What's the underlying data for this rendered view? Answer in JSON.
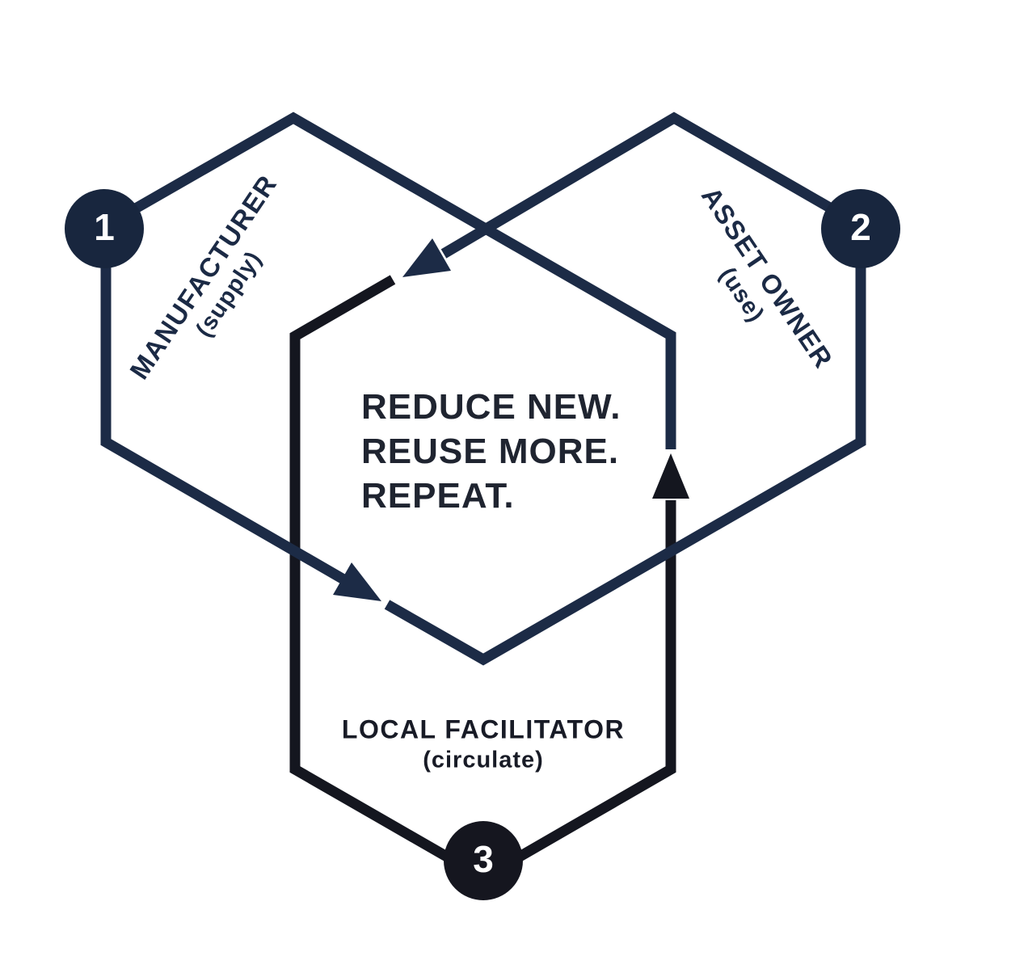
{
  "diagram": {
    "motto_lines": [
      "REDUCE NEW.",
      "REUSE MORE.",
      "REPEAT."
    ],
    "nodes": [
      {
        "number": "1",
        "label": "MANUFACTURER",
        "sublabel": "(supply)"
      },
      {
        "number": "2",
        "label": "ASSET OWNER",
        "sublabel": "(use)"
      },
      {
        "number": "3",
        "label": "LOCAL FACILITATOR",
        "sublabel": "(circulate)"
      }
    ],
    "colors": {
      "navy": "#1c2b46",
      "navy-fill": "#18263e",
      "ink": "#14161f",
      "ink-fill": "#15161f",
      "text": "#1f2430",
      "label-navy": "#1b2a45",
      "label-ink": "#181b26",
      "number": "#ffffff",
      "bg": "#ffffff"
    }
  }
}
